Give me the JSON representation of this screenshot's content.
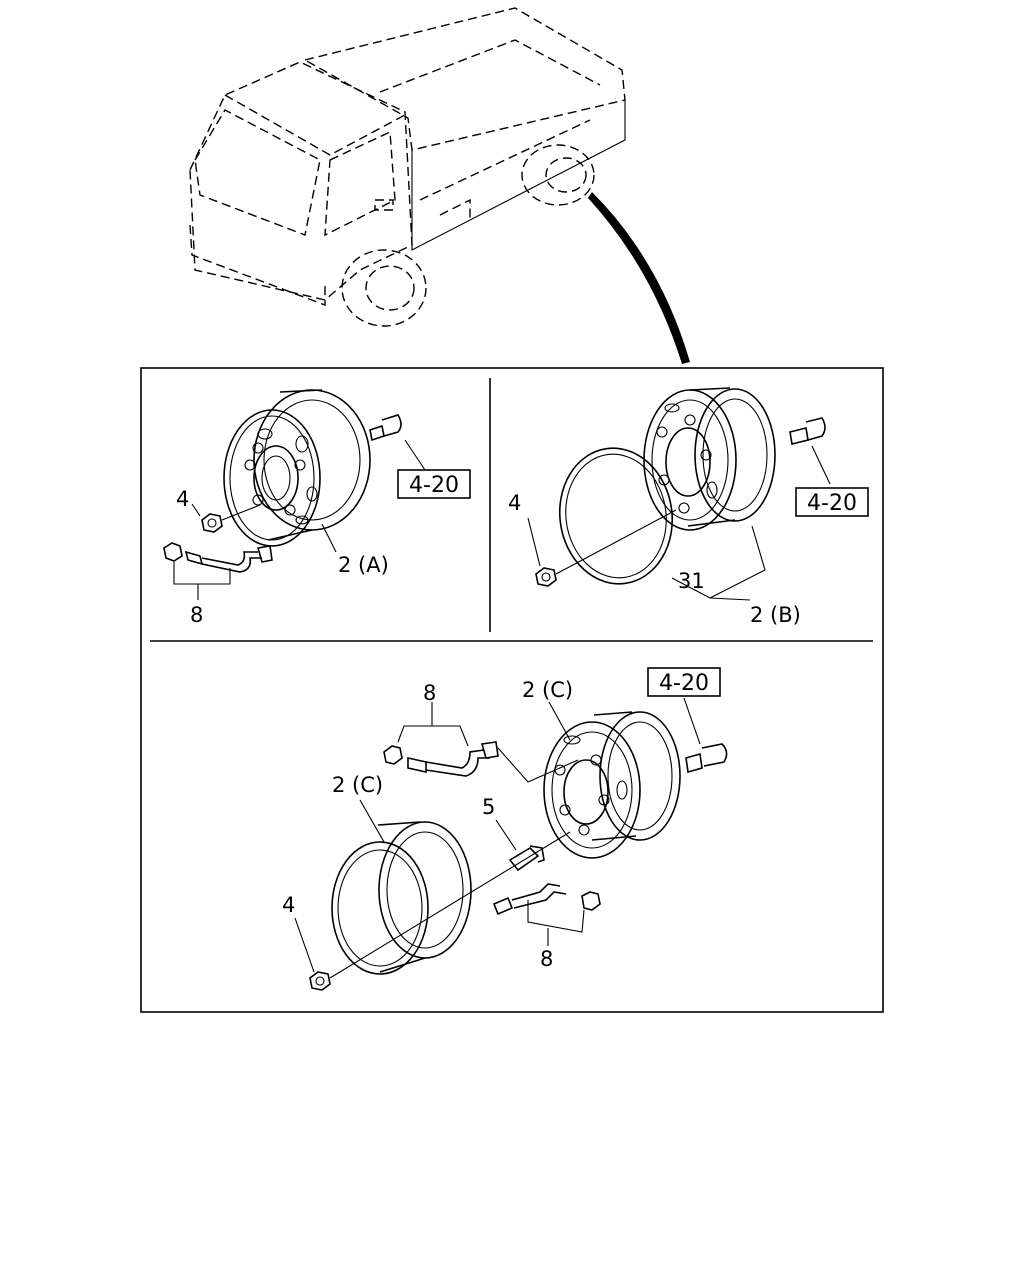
{
  "labels": {
    "top_left": {
      "ref": "4-20",
      "nut": "4",
      "wheel": "2 (A)",
      "valve": "8"
    },
    "top_right": {
      "ref": "4-20",
      "nut": "4",
      "ring": "31",
      "wheel": "2 (B)"
    },
    "bottom": {
      "ref": "4-20",
      "valve_upper": "8",
      "wheel_inner": "2 (C)",
      "wheel_outer": "2 (C)",
      "stud": "5",
      "nut": "4",
      "valve_lower": "8"
    }
  }
}
